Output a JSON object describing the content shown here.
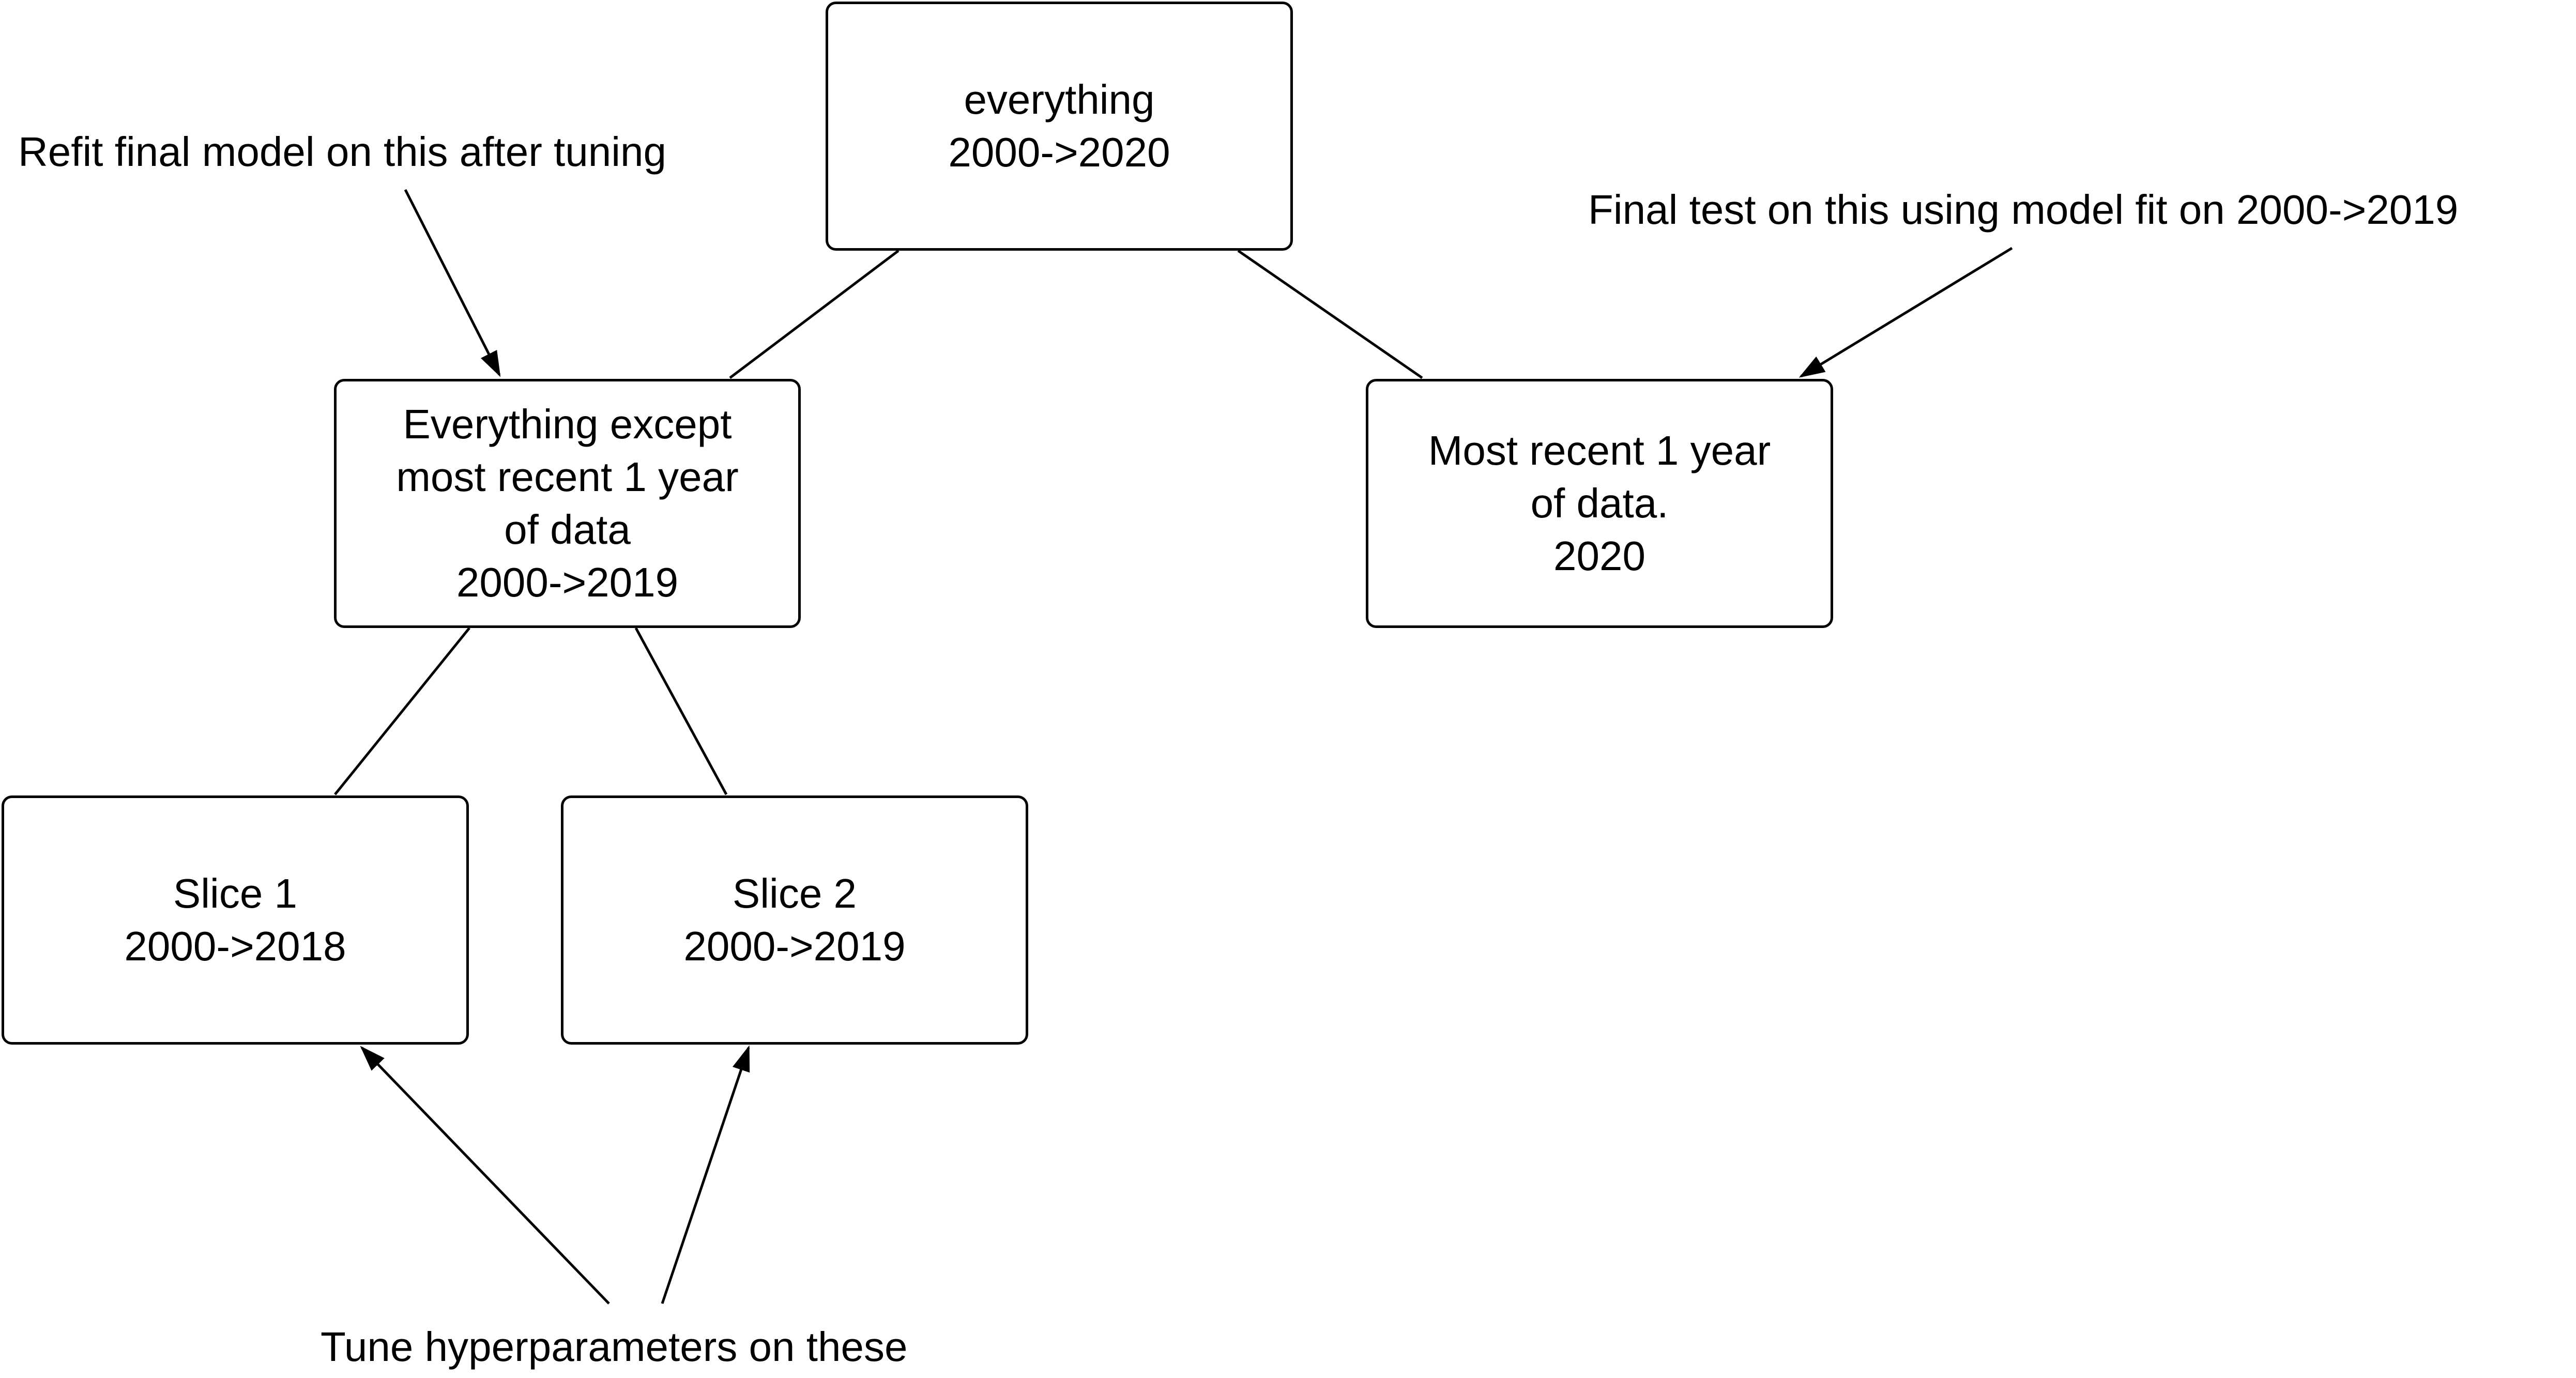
{
  "diagram": {
    "nodes": {
      "root": {
        "lines": [
          "everything",
          "2000->2020"
        ]
      },
      "train": {
        "lines": [
          "Everything except",
          "most recent 1 year",
          "of data",
          "2000->2019"
        ]
      },
      "test": {
        "lines": [
          "Most recent 1 year",
          "of data.",
          "2020"
        ]
      },
      "slice1": {
        "lines": [
          "Slice 1",
          "2000->2018"
        ]
      },
      "slice2": {
        "lines": [
          "Slice 2",
          "2000->2019"
        ]
      }
    },
    "annotations": {
      "refit": "Refit final model on this after tuning",
      "final_test": "Final test on this using model fit on 2000->2019",
      "tune": "Tune hyperparameters on these"
    },
    "edges": [
      {
        "from": "root",
        "to": "train",
        "style": "line"
      },
      {
        "from": "root",
        "to": "test",
        "style": "line"
      },
      {
        "from": "train",
        "to": "slice1",
        "style": "line"
      },
      {
        "from": "train",
        "to": "slice2",
        "style": "line"
      },
      {
        "from": "annotation-refit",
        "to": "train",
        "style": "arrow"
      },
      {
        "from": "annotation-final-test",
        "to": "test",
        "style": "arrow"
      },
      {
        "from": "annotation-tune",
        "to": "slice1",
        "style": "arrow"
      },
      {
        "from": "annotation-tune",
        "to": "slice2",
        "style": "arrow"
      }
    ],
    "colors": {
      "stroke": "#000000",
      "background": "#ffffff",
      "text": "#000000"
    }
  }
}
